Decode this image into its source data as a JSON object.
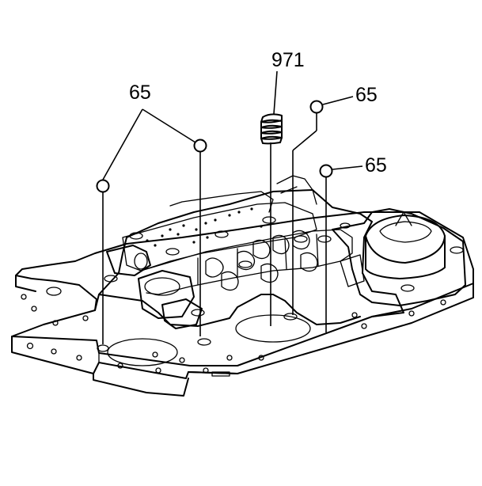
{
  "callouts": {
    "ball_left": "65",
    "spring": "971",
    "ball_right_upper": "65",
    "ball_right_lower": "65"
  }
}
